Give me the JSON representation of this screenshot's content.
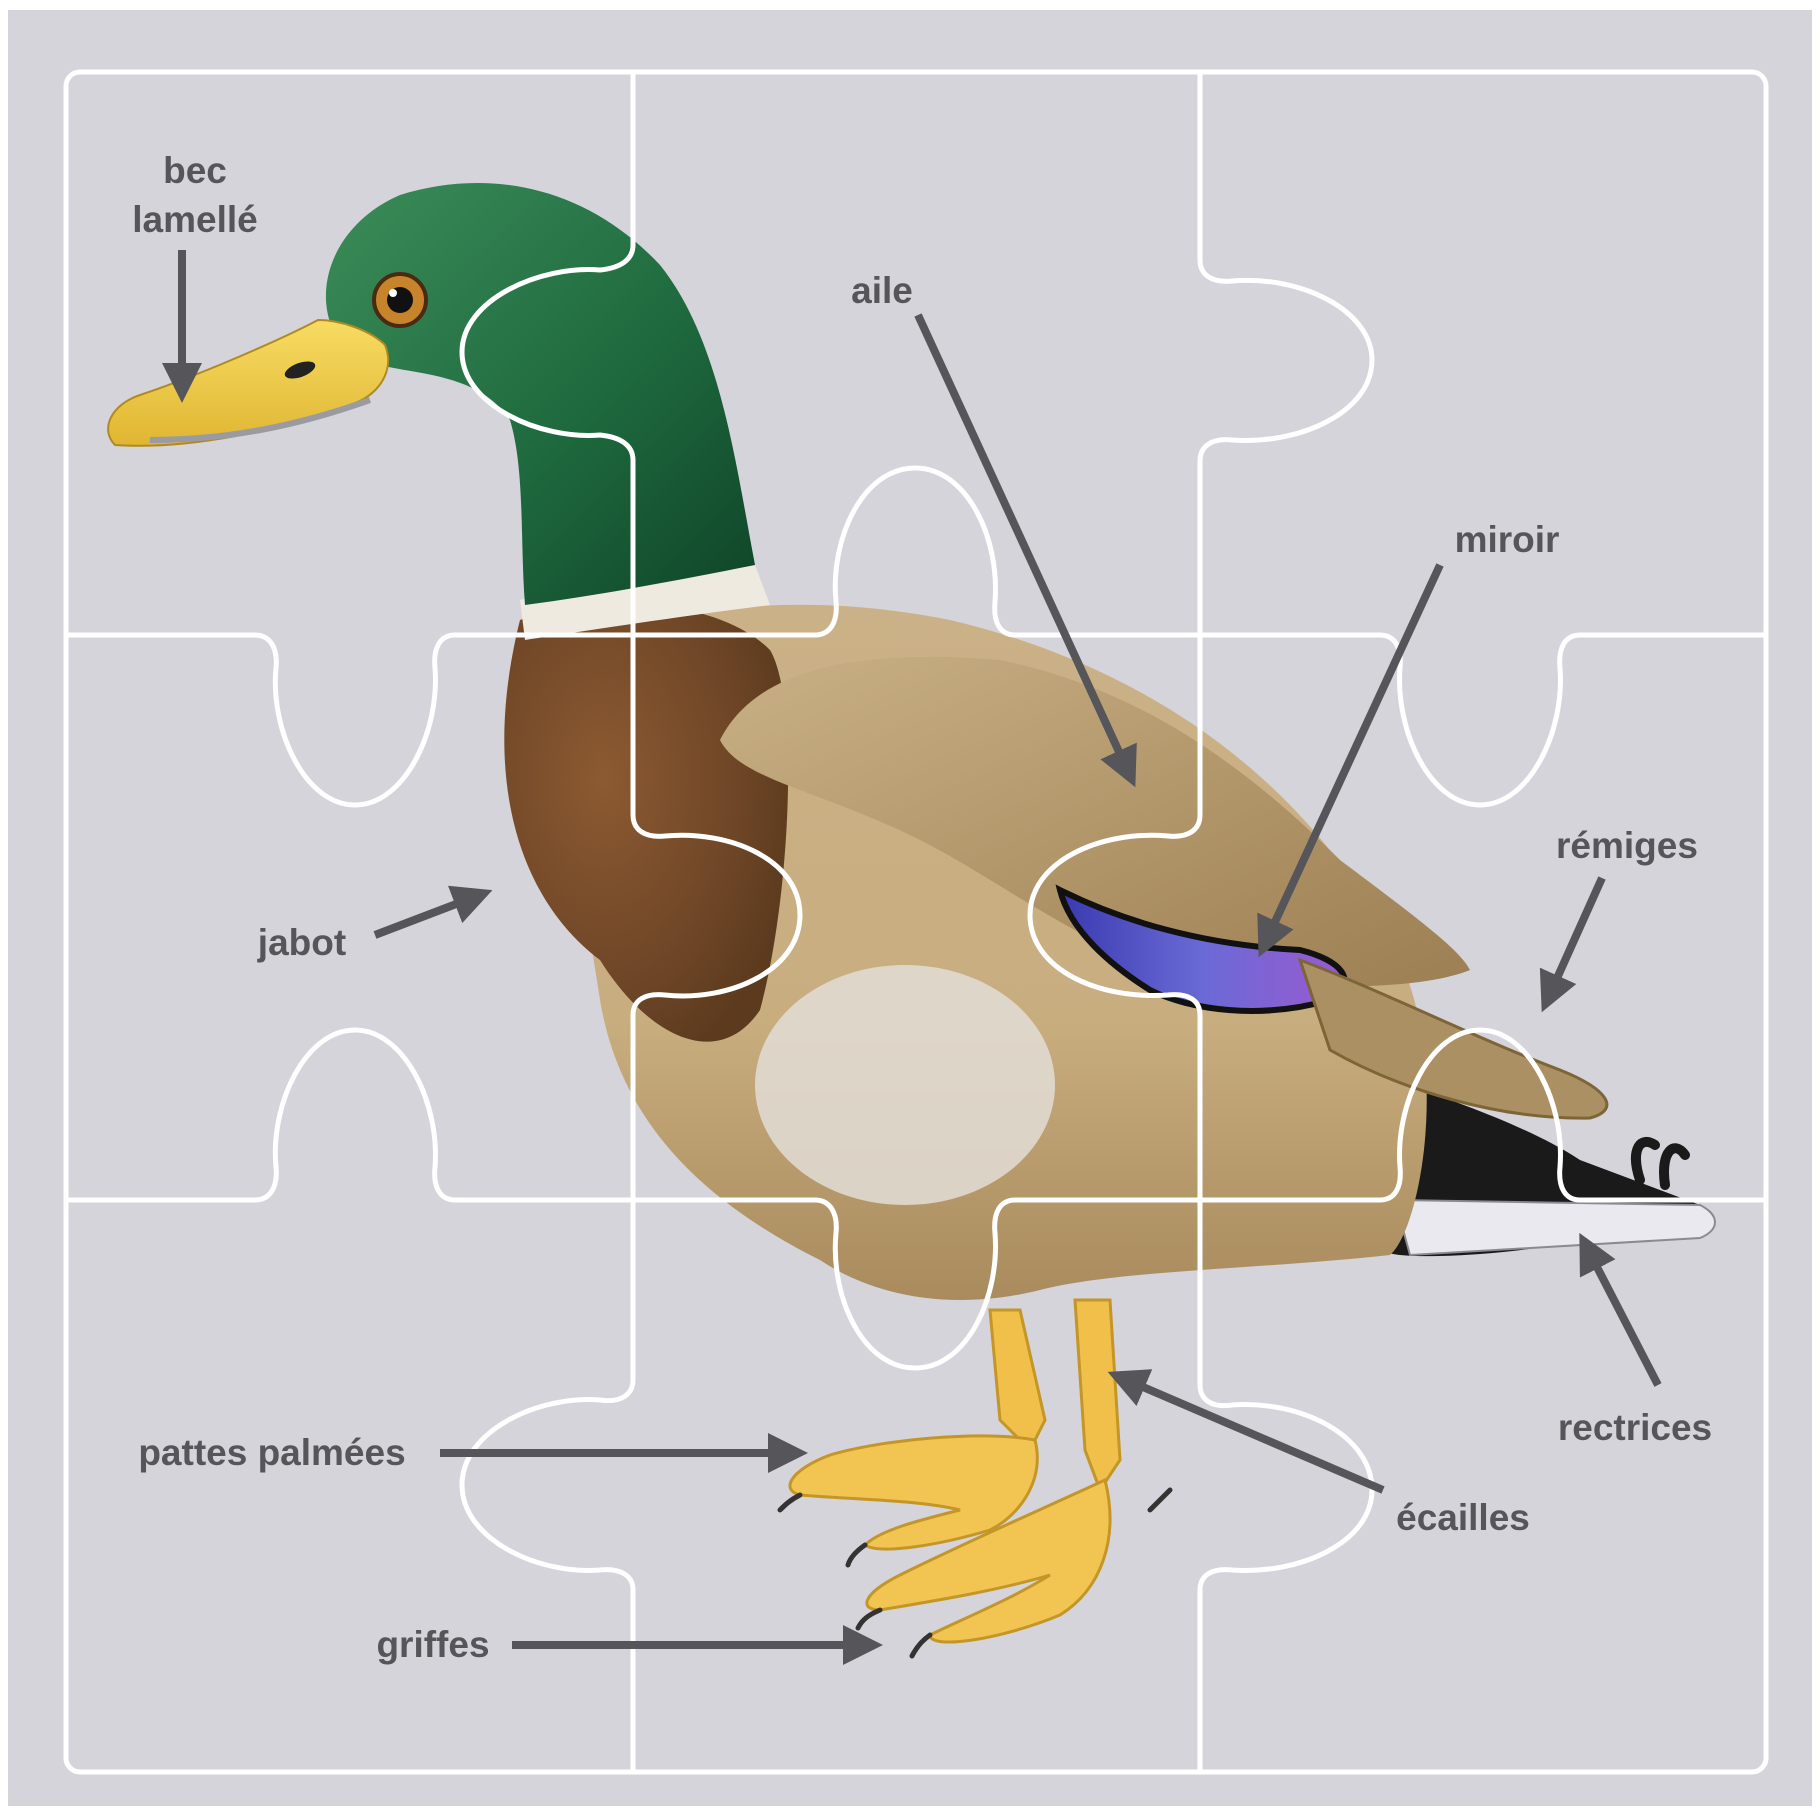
{
  "diagram": {
    "labels": {
      "bec_line1": "bec",
      "bec_line2": "lamellé",
      "aile": "aile",
      "miroir": "miroir",
      "jabot": "jabot",
      "remiges": "rémiges",
      "rectrices": "rectrices",
      "pattes_palmees": "pattes palmées",
      "ecailles": "écailles",
      "griffes": "griffes"
    }
  },
  "colors": {
    "background": "#d4d4da",
    "puzzle_lines": "#ffffff",
    "arrows": "#55555a",
    "head": "#1f6b3f",
    "bill": "#f2cf4a",
    "breast": "#7a4d2a",
    "body": "#c8ad7f",
    "wing": "#b79a6a",
    "speculum": "#5b5bc4",
    "tail": "#1a1a1a",
    "feet": "#f0c04a"
  }
}
